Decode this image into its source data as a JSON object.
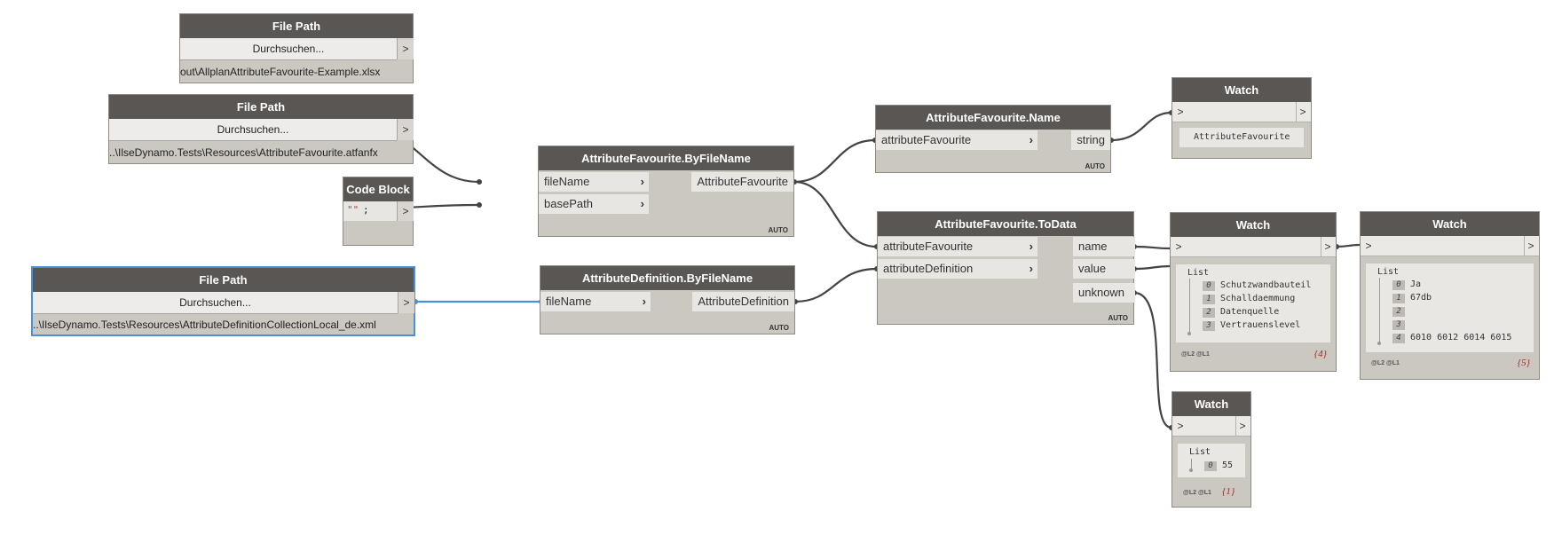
{
  "nodes": {
    "filepath1": {
      "title": "File Path",
      "button": "Durchsuchen...",
      "arrow": ">",
      "path": "out\\AllplanAttributeFavourite-Example.xlsx"
    },
    "filepath2": {
      "title": "File Path",
      "button": "Durchsuchen...",
      "arrow": ">",
      "path": "..\\IlseDynamo.Tests\\Resources\\AttributeFavourite.atfanfx"
    },
    "codeblock": {
      "title": "Code Block",
      "code_quotes": "\"\"",
      "code_semicolon": ";",
      "arrow": ">"
    },
    "filepath3": {
      "title": "File Path",
      "button": "Durchsuchen...",
      "arrow": ">",
      "path": "..\\IlseDynamo.Tests\\Resources\\AttributeDefinitionCollectionLocal_de.xml"
    },
    "byfilename": {
      "title": "AttributeFavourite.ByFileName",
      "in1": "fileName",
      "in2": "basePath",
      "out": "AttributeFavourite",
      "lacing": "AUTO"
    },
    "defbyfilename": {
      "title": "AttributeDefinition.ByFileName",
      "in1": "fileName",
      "out": "AttributeDefinition",
      "lacing": "AUTO"
    },
    "favname": {
      "title": "AttributeFavourite.Name",
      "in1": "attributeFavourite",
      "out": "string",
      "lacing": "AUTO"
    },
    "todata": {
      "title": "AttributeFavourite.ToData",
      "in1": "attributeFavourite",
      "in2": "attributeDefinition",
      "out1": "name",
      "out2": "value",
      "out3": "unknown",
      "lacing": "AUTO"
    },
    "watch1": {
      "title": "Watch",
      "arrow": ">",
      "value": "AttributeFavourite"
    },
    "watch2": {
      "title": "Watch",
      "arrow": ">",
      "list_label": "List",
      "items": [
        {
          "index": "0",
          "text": "Schutzwandbauteil"
        },
        {
          "index": "1",
          "text": "Schalldaemmung"
        },
        {
          "index": "2",
          "text": "Datenquelle"
        },
        {
          "index": "3",
          "text": "Vertrauenslevel"
        }
      ],
      "levels": "@L2 @L1",
      "count": "{4}"
    },
    "watch3": {
      "title": "Watch",
      "arrow": ">",
      "list_label": "List",
      "items": [
        {
          "index": "0",
          "text": "Ja"
        },
        {
          "index": "1",
          "text": "67db"
        },
        {
          "index": "2",
          "text": ""
        },
        {
          "index": "3",
          "text": ""
        },
        {
          "index": "4",
          "text": "6010 6012 6014 6015"
        }
      ],
      "levels": "@L2 @L1",
      "count": "{5}"
    },
    "watch4": {
      "title": "Watch",
      "arrow": ">",
      "list_label": "List",
      "items": [
        {
          "index": "0",
          "text": "55"
        }
      ],
      "levels": "@L2 @L1",
      "count": "{1}"
    }
  },
  "colors": {
    "wire": "#444444",
    "selected_wire": "#4a90d9",
    "header": "#5a5653",
    "node_body": "#cbc7c1",
    "count": "#a52a2a",
    "code_string": "#c0392b"
  }
}
